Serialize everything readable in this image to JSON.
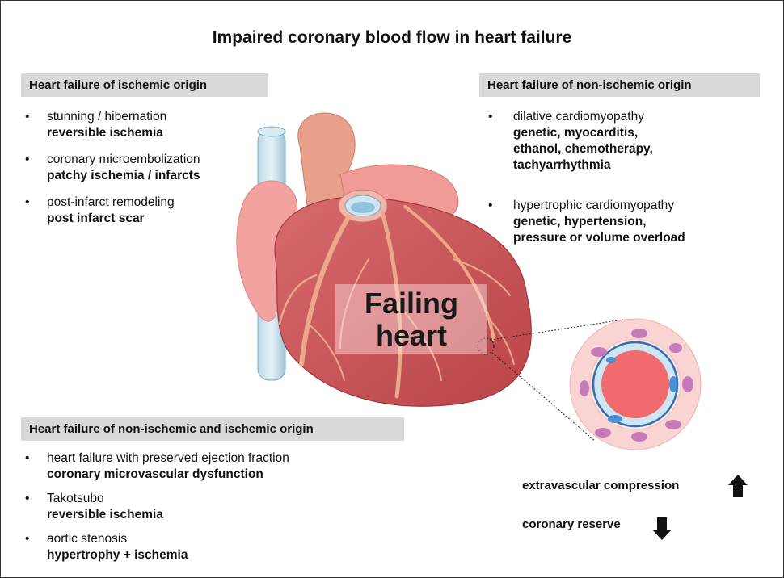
{
  "title": "Impaired coronary blood flow in heart failure",
  "center_label": {
    "line1": "Failing",
    "line2": "heart"
  },
  "ischemic": {
    "header": "Heart failure of ischemic origin",
    "items": [
      {
        "normal": "stunning / hibernation",
        "bold": "reversible ischemia"
      },
      {
        "normal": "coronary microembolization",
        "bold": "patchy ischemia / infarcts"
      },
      {
        "normal": "post-infarct remodeling",
        "bold": "post infarct scar"
      }
    ]
  },
  "non_ischemic": {
    "header": "Heart failure of non-ischemic origin",
    "items": [
      {
        "normal": "dilative cardiomyopathy",
        "bold_lines": [
          "genetic, myocarditis,",
          "ethanol, chemotherapy,",
          "tachyarrhythmia"
        ]
      },
      {
        "normal": "hypertrophic cardiomyopathy",
        "bold_lines": [
          "genetic, hypertension,",
          "pressure or volume overload"
        ]
      }
    ]
  },
  "mixed": {
    "header": "Heart failure of non-ischemic and ischemic origin",
    "items": [
      {
        "normal": "heart failure with preserved ejection fraction",
        "bold": "coronary microvascular dysfunction"
      },
      {
        "normal": "Takotsubo",
        "bold": "reversible ischemia"
      },
      {
        "normal": "aortic stenosis",
        "bold": "hypertrophy + ischemia"
      }
    ]
  },
  "effects": [
    {
      "label": "extravascular compression",
      "direction": "up"
    },
    {
      "label": "coronary reserve",
      "direction": "down"
    }
  ],
  "bullet": "•",
  "colors": {
    "header_bg": "#d9d9d9",
    "heart": "#c9585a",
    "vessel_wall": "#f7c9c9",
    "lumen": "#f06a6e"
  }
}
